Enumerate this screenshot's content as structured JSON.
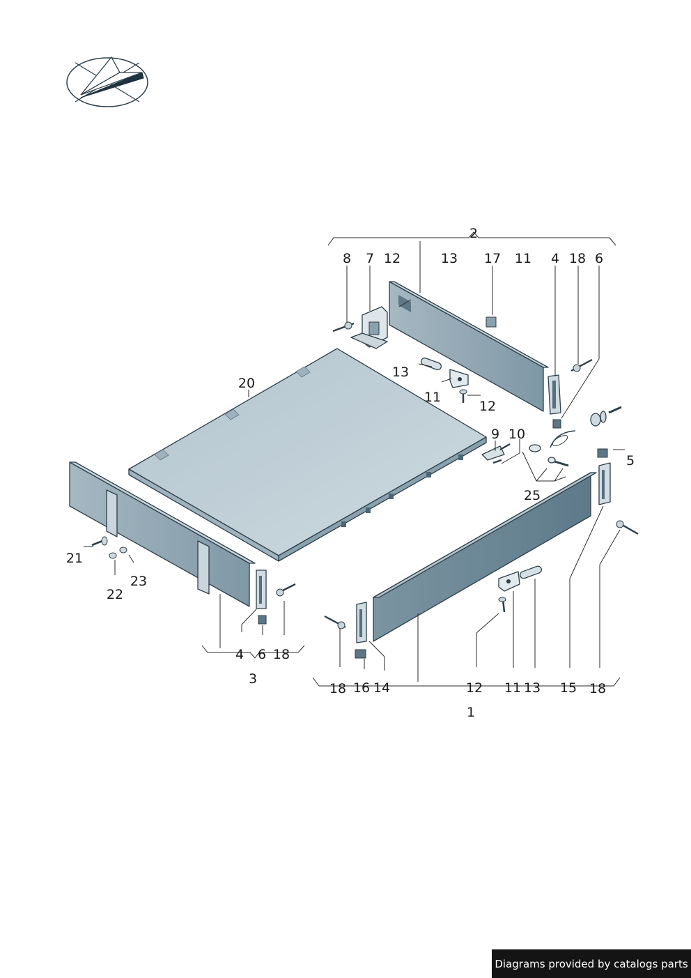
{
  "icon": "compass-logo-icon",
  "colors": {
    "panel": "#8fa5b2",
    "panel_dark": "#6d8796",
    "floor": "#b9cad3",
    "outline": "#2c3e48",
    "credit_bg": "#141414"
  },
  "callouts": [
    {
      "id": "c2a",
      "text": "2"
    },
    {
      "id": "c8a",
      "text": "8"
    },
    {
      "id": "c7a",
      "text": "7"
    },
    {
      "id": "c12a",
      "text": "12"
    },
    {
      "id": "c13a",
      "text": "13"
    },
    {
      "id": "c17a",
      "text": "17"
    },
    {
      "id": "c11a",
      "text": "11"
    },
    {
      "id": "c4a",
      "text": "4"
    },
    {
      "id": "c18a",
      "text": "18"
    },
    {
      "id": "c6a",
      "text": "6"
    },
    {
      "id": "c20",
      "text": "20"
    },
    {
      "id": "c13b",
      "text": "13"
    },
    {
      "id": "c11b",
      "text": "11"
    },
    {
      "id": "c12b",
      "text": "12"
    },
    {
      "id": "c9",
      "text": "9"
    },
    {
      "id": "c10",
      "text": "10"
    },
    {
      "id": "c5",
      "text": "5"
    },
    {
      "id": "c25",
      "text": "25"
    },
    {
      "id": "c21",
      "text": "21"
    },
    {
      "id": "c23",
      "text": "23"
    },
    {
      "id": "c22",
      "text": "22"
    },
    {
      "id": "c4b",
      "text": "4"
    },
    {
      "id": "c6b",
      "text": "6"
    },
    {
      "id": "c18b",
      "text": "18"
    },
    {
      "id": "c3",
      "text": "3"
    },
    {
      "id": "c18c",
      "text": "18"
    },
    {
      "id": "c16",
      "text": "16"
    },
    {
      "id": "c14",
      "text": "14"
    },
    {
      "id": "c12c",
      "text": "12"
    },
    {
      "id": "c11c",
      "text": "11"
    },
    {
      "id": "c13c",
      "text": "13"
    },
    {
      "id": "c15",
      "text": "15"
    },
    {
      "id": "c18d",
      "text": "18"
    },
    {
      "id": "c1",
      "text": "1"
    }
  ],
  "credit": "Diagrams provided by catalogs parts"
}
